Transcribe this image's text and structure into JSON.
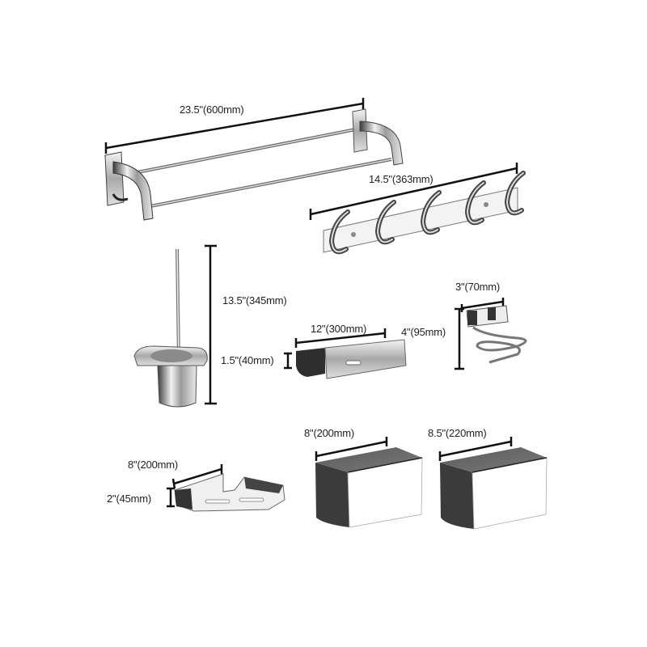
{
  "title": "Bathroom hardware set dimension diagram",
  "colors": {
    "background": "#ffffff",
    "dimension_line": "#111111",
    "chrome_light": "#e6e6e6",
    "chrome_dark": "#3a3a3a",
    "box_dark": "#3b3b3b",
    "box_top": "#6a6a6a"
  },
  "items": [
    {
      "id": "towel-rack",
      "name": "Double towel rack",
      "dimension": "23.5\"(600mm)",
      "axis": "width"
    },
    {
      "id": "hook-rail",
      "name": "Five-hook rail",
      "dimension": "14.5\"(363mm)",
      "axis": "width"
    },
    {
      "id": "toilet-brush",
      "name": "Toilet brush holder",
      "dimension": "13.5\"(345mm)",
      "axis": "height"
    },
    {
      "id": "soap-shelf",
      "name": "Rectangular shelf",
      "dimension_width": "12\"(300mm)",
      "dimension_height": "1.5\"(40mm)"
    },
    {
      "id": "hair-dryer-holder",
      "name": "Hair dryer holder",
      "dimension_width": "3\"(70mm)",
      "dimension_height": "4\"(95mm)"
    },
    {
      "id": "corner-shelf",
      "name": "Corner shelf",
      "dimension_width": "8\"(200mm)",
      "dimension_height": "2\"(45mm)"
    },
    {
      "id": "tissue-box-small",
      "name": "Tissue box",
      "dimension": "8\"(200mm)",
      "axis": "width"
    },
    {
      "id": "tissue-box-large",
      "name": "Tissue box",
      "dimension": "8.5\"(220mm)",
      "axis": "width"
    }
  ]
}
